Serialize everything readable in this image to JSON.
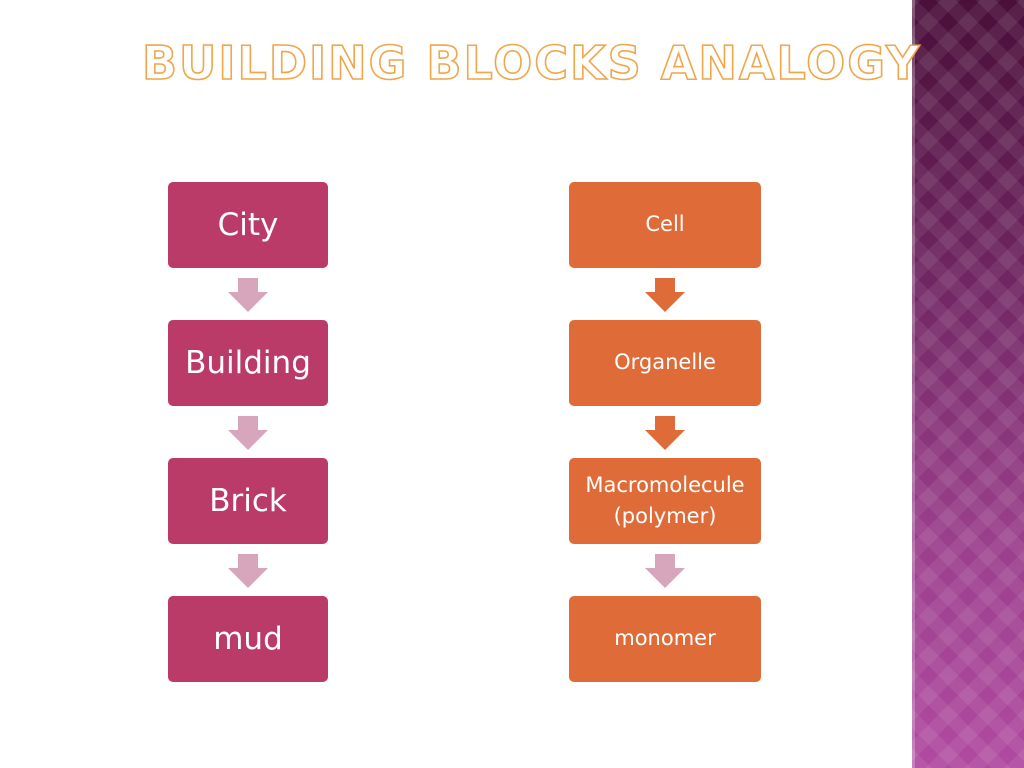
{
  "slide": {
    "title": "BUILDING BLOCKS ANALOGY"
  },
  "left_column": {
    "color": "#bb3b68",
    "arrow_color": "#d7a6bd",
    "items": [
      {
        "label": "City"
      },
      {
        "label": "Building"
      },
      {
        "label": "Brick"
      },
      {
        "label": "mud"
      }
    ]
  },
  "right_column": {
    "color": "#df6c38",
    "arrow_colors": [
      "#df6c38",
      "#df6c38",
      "#d7a6bd"
    ],
    "items": [
      {
        "label": "Cell"
      },
      {
        "label": "Organelle"
      },
      {
        "label": "Macromolecule (polymer)"
      },
      {
        "label": "monomer"
      }
    ]
  },
  "theme": {
    "title_outline": "#f0a64a",
    "band_top": "#4a0f3a",
    "band_bottom": "#b04aa0"
  }
}
